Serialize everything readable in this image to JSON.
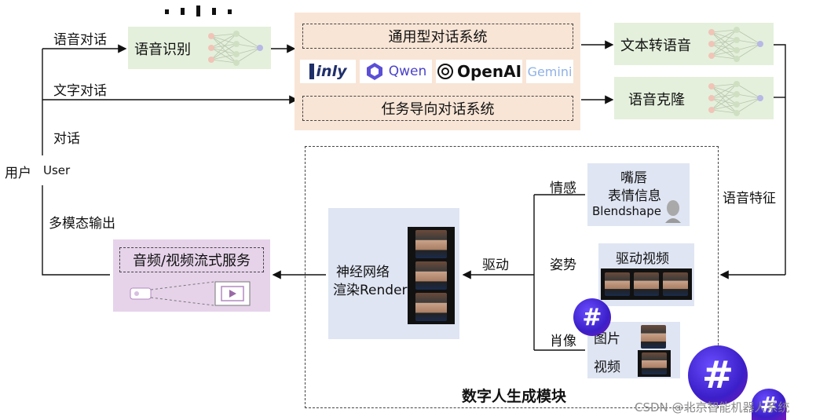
{
  "user": {
    "label_cn": "用户",
    "label_en": "User"
  },
  "edges": {
    "voice_dialog": "语音对话",
    "text_dialog": "文字对话",
    "dialog": "对话",
    "multimodal_output": "多模态输出",
    "voice_features": "语音特征",
    "drive": "驱动",
    "emotion": "情感",
    "pose": "姿势",
    "portrait": "肖像"
  },
  "asr": {
    "label": "语音识别"
  },
  "dialog_system": {
    "general": "通用型对话系统",
    "task": "任务导向对话系统",
    "logos": [
      {
        "name": "inly",
        "text": "inly",
        "icon": "inly-logo"
      },
      {
        "name": "qwen",
        "text": "Qwen",
        "icon": "qwen-logo"
      },
      {
        "name": "openai",
        "text": "OpenAI",
        "icon": "openai-logo"
      },
      {
        "name": "gemini",
        "text": "Gemini",
        "icon": "gemini-logo"
      }
    ]
  },
  "tts": {
    "label": "文本转语音"
  },
  "voice_clone": {
    "label": "语音克隆"
  },
  "streaming": {
    "label": "音频/视频流式服务"
  },
  "digital_human": {
    "title": "数字人生成模块",
    "render": {
      "line1": "神经网络",
      "line2": "渲染Render"
    },
    "lips": {
      "line1": "嘴唇",
      "line2": "表情信息",
      "line3": "Blendshape"
    },
    "drive_video": {
      "label": "驱动视频"
    },
    "portrait": {
      "image": "图片",
      "video": "视频"
    }
  },
  "watermark": "CSDN @北京智能机器人系统",
  "colors": {
    "green_box": "#e4f0dc",
    "peach_box": "#f8e5d6",
    "blue_box": "#dfe5f3",
    "purple_box": "#e6d3ea",
    "badge": "#4a2fe0"
  }
}
